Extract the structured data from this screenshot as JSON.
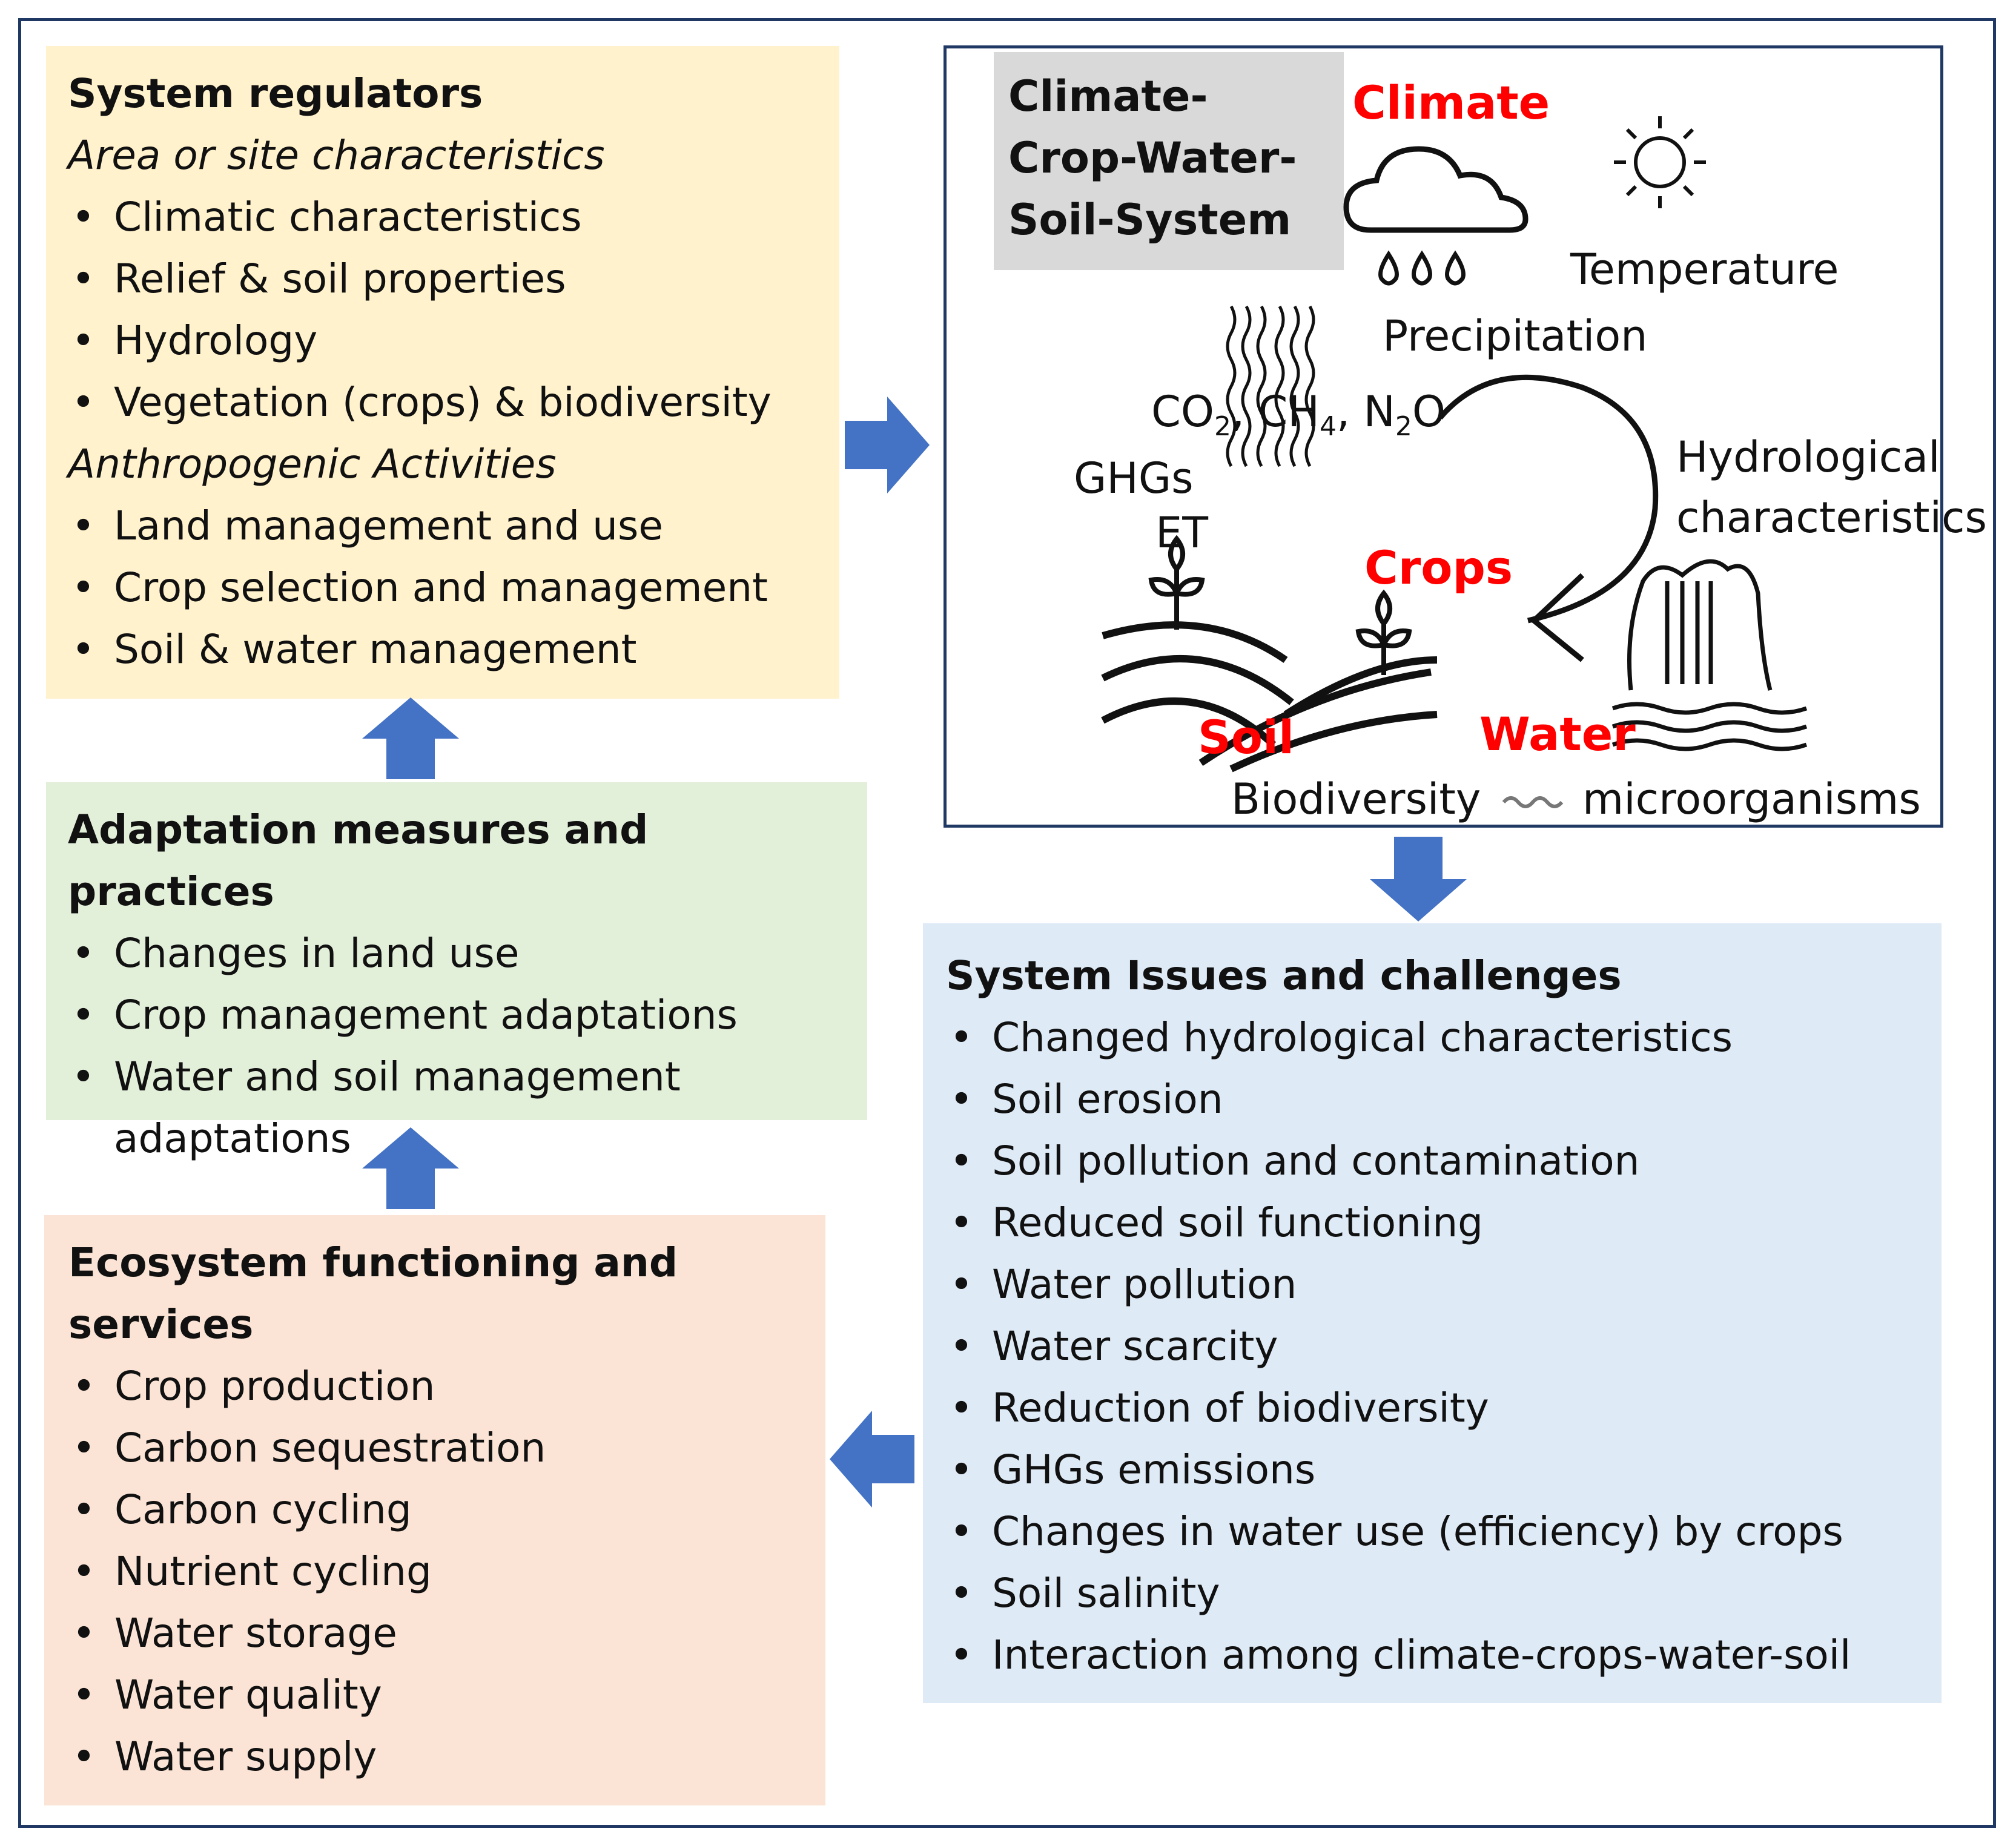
{
  "regulators": {
    "heading": "System regulators",
    "area_sub": "Area or site characteristics",
    "area_items": [
      "Climatic characteristics",
      "Relief & soil properties",
      "Hydrology",
      "Vegetation (crops) & biodiversity"
    ],
    "anthro_sub": "Anthropogenic Activities",
    "anthro_items": [
      "Land management and use",
      "Crop selection and management",
      "Soil & water management"
    ],
    "bg": "#fff2cc"
  },
  "adaptation": {
    "heading": "Adaptation measures and practices",
    "items": [
      "Changes in land use",
      "Crop management adaptations",
      "Water and soil management adaptations"
    ],
    "bg": "#e2efd9"
  },
  "ecosystem": {
    "heading": "Ecosystem functioning and services",
    "items": [
      "Crop production",
      "Carbon sequestration",
      "Carbon cycling",
      "Nutrient cycling",
      "Water storage",
      "Water quality",
      "Water supply"
    ],
    "bg": "#fbe4d5"
  },
  "issues": {
    "heading": "System Issues and challenges",
    "items": [
      "Changed hydrological characteristics",
      "Soil erosion",
      "Soil pollution and contamination",
      "Reduced soil functioning",
      "Water pollution",
      "Water scarcity",
      "Reduction of biodiversity",
      "GHGs emissions",
      "Changes in water use (efficiency) by crops",
      "Soil salinity",
      "Interaction among climate-crops-water-soil"
    ],
    "bg": "#deeaf6"
  },
  "system": {
    "title": "Climate-Crop-Water-Soil-System",
    "climate": "Climate",
    "temperature": "Temperature",
    "precipitation": "Precipitation",
    "gases": {
      "co": "CO",
      "co_sub": "2",
      "ch": ", CH",
      "ch_sub": "4",
      "n": ", N",
      "n_sub": "2",
      "o": "O"
    },
    "ghgs": "GHGs",
    "et": "ET",
    "hydrological": "Hydrological",
    "characteristics": "characteristics",
    "crops": "Crops",
    "soil": "Soil",
    "water": "Water",
    "biodiversity": "Biodiversity",
    "microorganisms": "microorganisms"
  },
  "colors": {
    "arrow": "#4472c4",
    "frame": "#1f3864",
    "highlight": "#ff0000",
    "title_bg": "#d9d9d9"
  }
}
